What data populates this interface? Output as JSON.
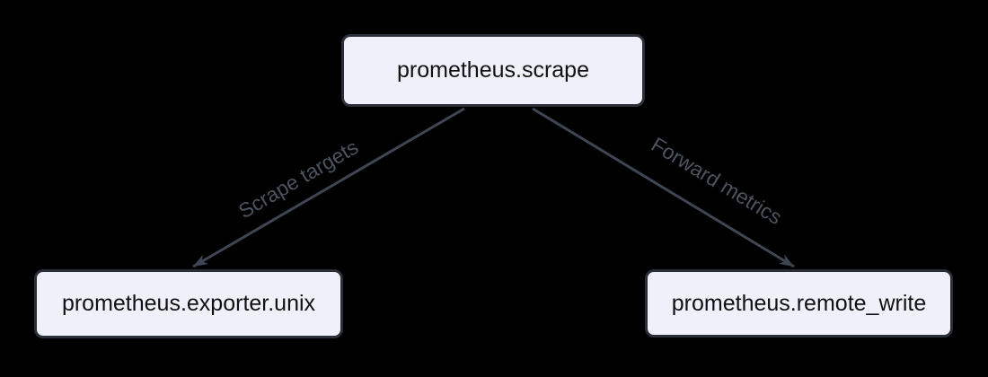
{
  "diagram": {
    "type": "flowchart",
    "background_color": "#000000",
    "nodes": [
      {
        "id": "scrape",
        "label": "prometheus.scrape"
      },
      {
        "id": "exporter_unix",
        "label": "prometheus.exporter.unix"
      },
      {
        "id": "remote_write",
        "label": "prometheus.remote_write"
      }
    ],
    "edges": [
      {
        "from": "scrape",
        "to": "exporter_unix",
        "label": "Scrape targets"
      },
      {
        "from": "scrape",
        "to": "remote_write",
        "label": "Forward metrics"
      }
    ],
    "colors": {
      "node_fill": "#F0F0FA",
      "node_border": "#2A2E37",
      "node_text": "#111111",
      "edge_line": "#3F4653",
      "edge_label_text": "#4C5360"
    }
  }
}
